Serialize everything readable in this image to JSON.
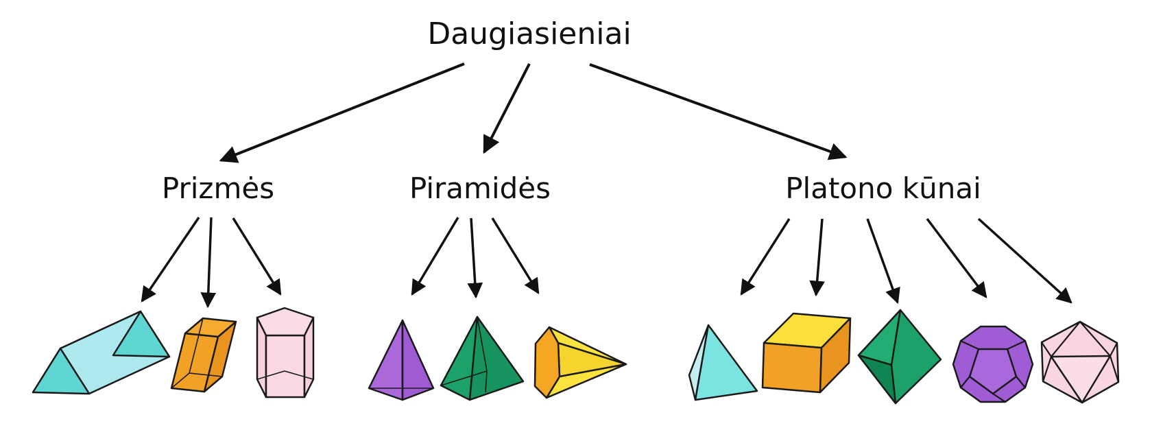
{
  "title": "Daugiasieniai",
  "branches": [
    {
      "label": "Prizmės",
      "shapes": [
        "triangular-prism",
        "oblique-parallelepiped",
        "pentagonal-prism"
      ]
    },
    {
      "label": "Piramidės",
      "shapes": [
        "square-pyramid-purple",
        "square-pyramid-green",
        "lying-hexagonal-pyramid"
      ]
    },
    {
      "label": "Platono kūnai",
      "shapes": [
        "tetrahedron",
        "cube",
        "octahedron",
        "dodecahedron",
        "icosahedron"
      ]
    }
  ],
  "palette": {
    "line": "#111111",
    "cyan_light": "#c9eef2",
    "cyan_mid": "#aee8ef",
    "cyan_dark": "#5fd6d2",
    "tetra_cyan": "#7ce4e0",
    "tetra_light": "#c4eef2",
    "orange_front": "#f2a127",
    "orange_side": "#e8941f",
    "orange_top": "#f5ab2f",
    "cube_top": "#fcdf3a",
    "yellow": "#fbe23f",
    "yellow_mid": "#f6d42e",
    "base_orange": "#f5a623",
    "pink_top": "#fadce6",
    "pink": "#f8d0de",
    "pink_front": "#fbd9e4",
    "ico_pink": "#f9d5e2",
    "ico_inner": "#fbdde8",
    "purple_left": "#aa68da",
    "purple_right": "#9f5bd2",
    "dodeca": "#a05cd5",
    "dodeca_inner": "#aa68dd",
    "green_left": "#1ca168",
    "green_right": "#16935f",
    "octa": "#1ca168",
    "octa_light": "#24ad72",
    "octa_dark": "#108551"
  }
}
